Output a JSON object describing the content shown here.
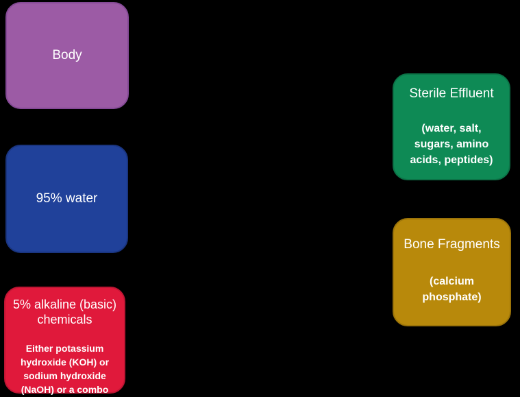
{
  "canvas": {
    "background": "#000000",
    "text_color": "#ffffff"
  },
  "boxes": {
    "body": {
      "title": "Body",
      "fill": "#9C5BA5",
      "border": "#854A96"
    },
    "water": {
      "title": "95% water",
      "fill": "#20419A",
      "border": "#1A3580"
    },
    "chemicals": {
      "title": "5% alkaline (basic)\nchemicals",
      "subtitle": "Either potassium\nhydroxide (KOH) or\nsodium hydroxide\n(NaOH) or a combo",
      "fill": "#E0193B",
      "border": "#BE1533"
    },
    "effluent": {
      "title": "Sterile Effluent",
      "subtitle": "(water, salt,\nsugars, amino\nacids, peptides)",
      "fill": "#0E8A55",
      "border": "#0C7347"
    },
    "bone": {
      "title": "Bone Fragments",
      "subtitle": "(calcium\nphosphate)",
      "fill": "#B8890B",
      "border": "#9C7409"
    }
  }
}
